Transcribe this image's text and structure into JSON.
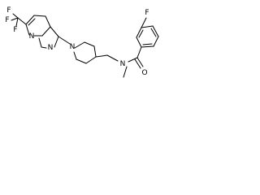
{
  "structure": {
    "atoms": {
      "F_top_left": "F",
      "F_left": "F",
      "F_bottom": "F",
      "N_ring_top": "N",
      "N_ring_bottom": "N",
      "N_piperidine": "N",
      "F_phenyl": "F",
      "N_amide": "N",
      "O_carbonyl": "O"
    }
  }
}
